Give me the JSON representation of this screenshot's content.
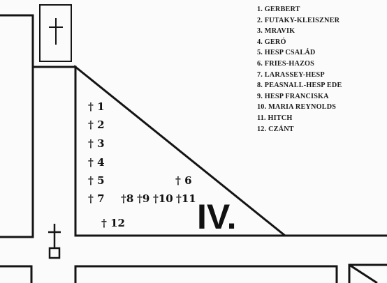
{
  "map": {
    "section_label": "IV.",
    "graves": [
      {
        "label": "† 1"
      },
      {
        "label": "† 2"
      },
      {
        "label": "† 3"
      },
      {
        "label": "† 4"
      },
      {
        "label": "† 5"
      },
      {
        "label": "† 6"
      },
      {
        "label": "† 7"
      },
      {
        "label": "†8"
      },
      {
        "label": "†9"
      },
      {
        "label": "†10"
      },
      {
        "label": "†11"
      },
      {
        "label": "† 12"
      }
    ],
    "icons": [
      "cross-icon",
      "cross-icon"
    ]
  },
  "legend": [
    "1. GERBERT",
    "2. FUTAKY-KLEISZNER",
    "3. MRAVIK",
    "4. GERÓ",
    "5. HESP CSALÁD",
    "6. FRIES-HAZOS",
    "7. LARASSEY-HESP",
    "8. PEASNALL-HESP EDE",
    "9. HESP FRANCISKA",
    "10. MARIA REYNOLDS",
    "11. HITCH",
    "12. CZÁNT"
  ]
}
